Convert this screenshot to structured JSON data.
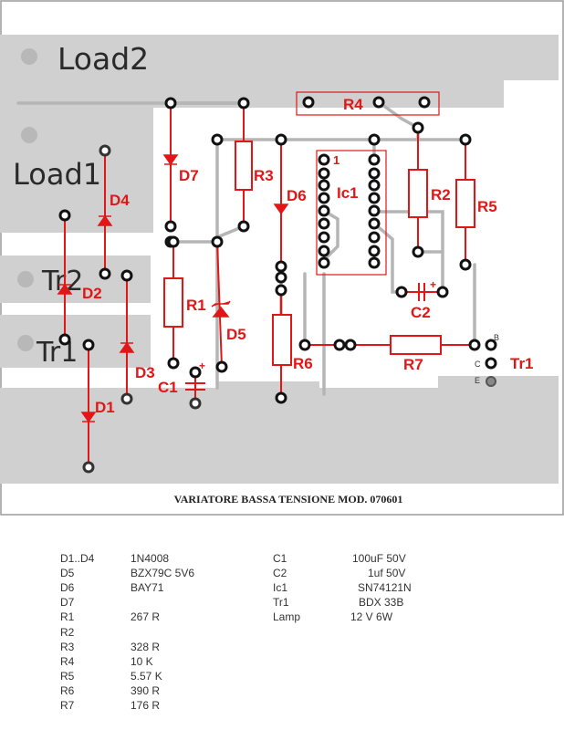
{
  "footer_title": "VARIATORE BASSA TENSIONE MOD. 070601",
  "zones": {
    "load2": "Load2",
    "load1": "Load1",
    "tr2": "Tr2",
    "tr1": "Tr1"
  },
  "component_labels": {
    "R1": "R1",
    "R2": "R2",
    "R3": "R3",
    "R4": "R4",
    "R5": "R5",
    "R6": "R6",
    "R7": "R7",
    "D1": "D1",
    "D2": "D2",
    "D3": "D3",
    "D4": "D4",
    "D5": "D5",
    "D6": "D6",
    "D7": "D7",
    "C1": "C1",
    "C2": "C2",
    "Ic1": "Ic1",
    "Tr1": "Tr1",
    "pin1": "1",
    "plus": "+",
    "B": "B",
    "C": "C",
    "E": "E"
  },
  "parts_list": {
    "left": [
      {
        "ref": "D1..D4",
        "value": "1N4008"
      },
      {
        "ref": "D5",
        "value": "BZX79C 5V6"
      },
      {
        "ref": "D6",
        "value": "BAY71"
      },
      {
        "ref": "D7",
        "value": ""
      },
      {
        "ref": "R1",
        "value": "267 R"
      },
      {
        "ref": "R2",
        "value": ""
      },
      {
        "ref": "R3",
        "value": "328 R"
      },
      {
        "ref": "R4",
        "value": "10 K"
      },
      {
        "ref": "R5",
        "value": "5.57 K"
      },
      {
        "ref": "R6",
        "value": "390 R"
      },
      {
        "ref": "R7",
        "value": "176 R"
      }
    ],
    "right": [
      {
        "ref": "C1",
        "value": "100uF 50V"
      },
      {
        "ref": "C2",
        "value": "1uf 50V"
      },
      {
        "ref": "Ic1",
        "value": "SN74121N"
      },
      {
        "ref": "Tr1",
        "value": "BDX 33B"
      },
      {
        "ref": "Lamp",
        "value": "12 V 6W"
      }
    ]
  }
}
